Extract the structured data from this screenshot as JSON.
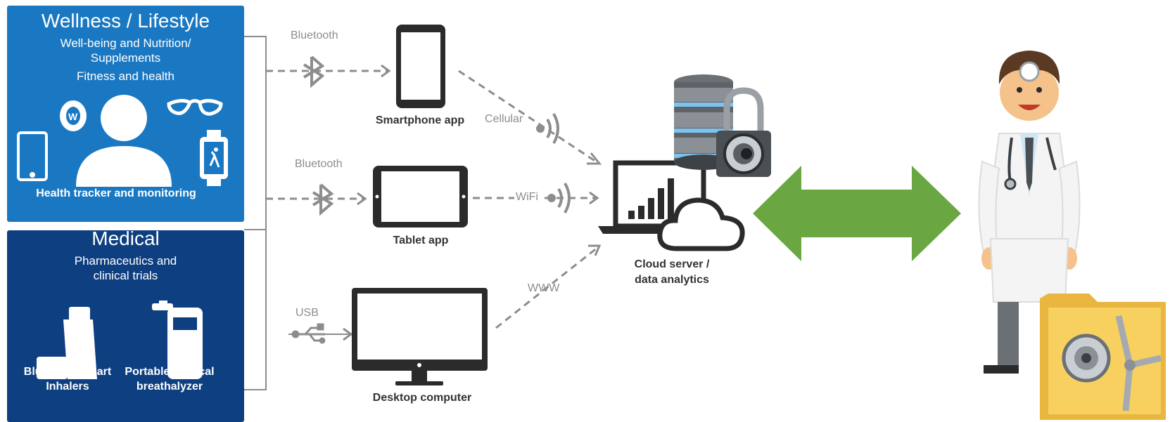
{
  "wellness": {
    "title": "Wellness / Lifestyle",
    "sub1": "Well-being and Nutrition/",
    "sub2": "Supplements",
    "sub3": "Fitness and health",
    "footer": "Health tracker and monitoring"
  },
  "medical": {
    "title": "Medical",
    "sub1": "Pharmaceutics and",
    "sub2": "clinical trials",
    "inhaler_line1": "Bluetooth Smart",
    "inhaler_line2": "Inhalers",
    "breath_line1": "Portable Medical",
    "breath_line2": "breathalyzer"
  },
  "connections": {
    "bluetooth_top": "Bluetooth",
    "bluetooth_mid": "Bluetooth",
    "usb": "USB",
    "cellular": "Cellular",
    "wifi": "WiFi",
    "www": "WWW"
  },
  "devices": {
    "smartphone": "Smartphone app",
    "tablet": "Tablet app",
    "desktop": "Desktop computer"
  },
  "cloud": {
    "line1": "Cloud server /",
    "line2": "data analytics"
  },
  "colors": {
    "wellness_bg": "#1a78c2",
    "medical_bg": "#0e3f80",
    "arrow_green": "#6aa743",
    "connector_gray": "#8d8d8d"
  }
}
